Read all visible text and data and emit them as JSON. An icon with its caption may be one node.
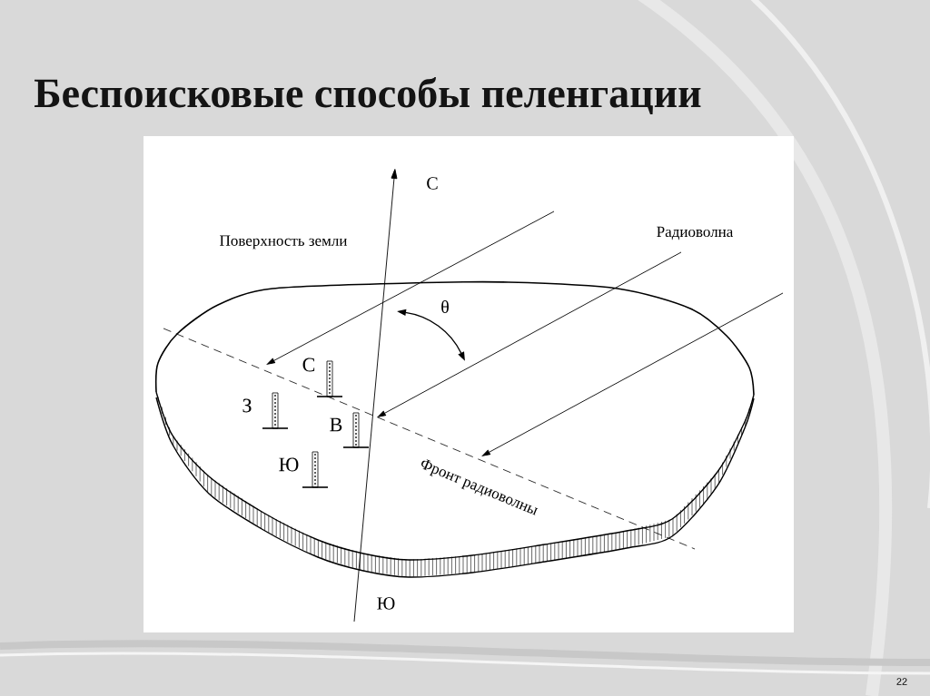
{
  "diagram": {
    "title": "Беспоисковые способы пеленгации",
    "labels": [
      "С",
      "Поверхность земли",
      "Радиоволна",
      "θ",
      "С",
      "З",
      "В",
      "Ю",
      "Фронт радиоволны",
      "Ю",
      "22"
    ]
  }
}
